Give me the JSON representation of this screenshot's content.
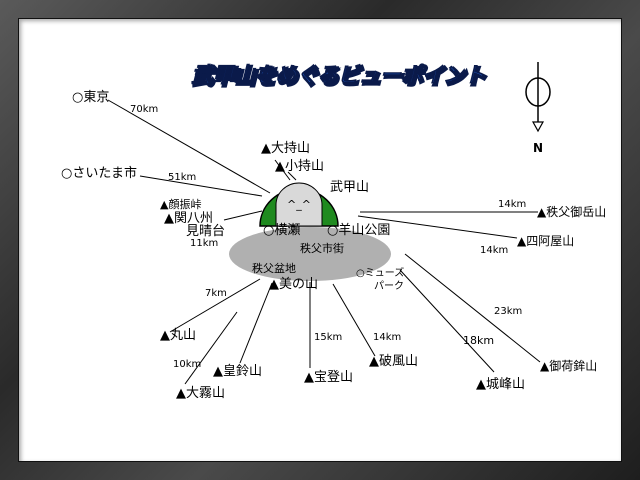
{
  "title": "武甲山をめぐるビューポイント",
  "compass": {
    "label": "N"
  },
  "center": {
    "label": "武甲山",
    "face": "^_^"
  },
  "basin": {
    "city": "秩父市街",
    "basin_label": "秩父盆地"
  },
  "spots": {
    "tokyo": "○東京",
    "saitama": "○さいたま市",
    "kamihashi": "▲顔振峠",
    "sekihasshu": "▲関八州",
    "miharashi": "見晴台",
    "yokoze": "○横瀬",
    "hitsujiyama": "○羊山公園",
    "museum": "○ミューズ",
    "museum2": "パーク",
    "omochi": "▲大持山",
    "komochi": "▲小持山",
    "mino": "▲美の山",
    "maruyama": "▲丸山",
    "kosuzu": "▲皇鈴山",
    "okiri": "▲大霧山",
    "houtou": "▲宝登山",
    "happu": "▲破風山",
    "jomine": "▲城峰山",
    "onida": "▲御荷鉾山",
    "mitake": "▲秩父御岳山",
    "shiaya": "▲四阿屋山"
  },
  "distances": {
    "tokyo": "70km",
    "saitama": "51km",
    "miharashi": "11km",
    "mino": "7km",
    "kosuzu": "10km",
    "houtou": "15km",
    "happu": "14km",
    "jomine": "18km",
    "onida": "23km",
    "mitake": "14km",
    "shiaya": "14km"
  },
  "colors": {
    "mountain": "#1f8a1f",
    "face": "#d9d9d9",
    "basin": "#b0b0b0",
    "title_fill": "#1f5fd0",
    "title_stroke": "#0a1a4a"
  }
}
